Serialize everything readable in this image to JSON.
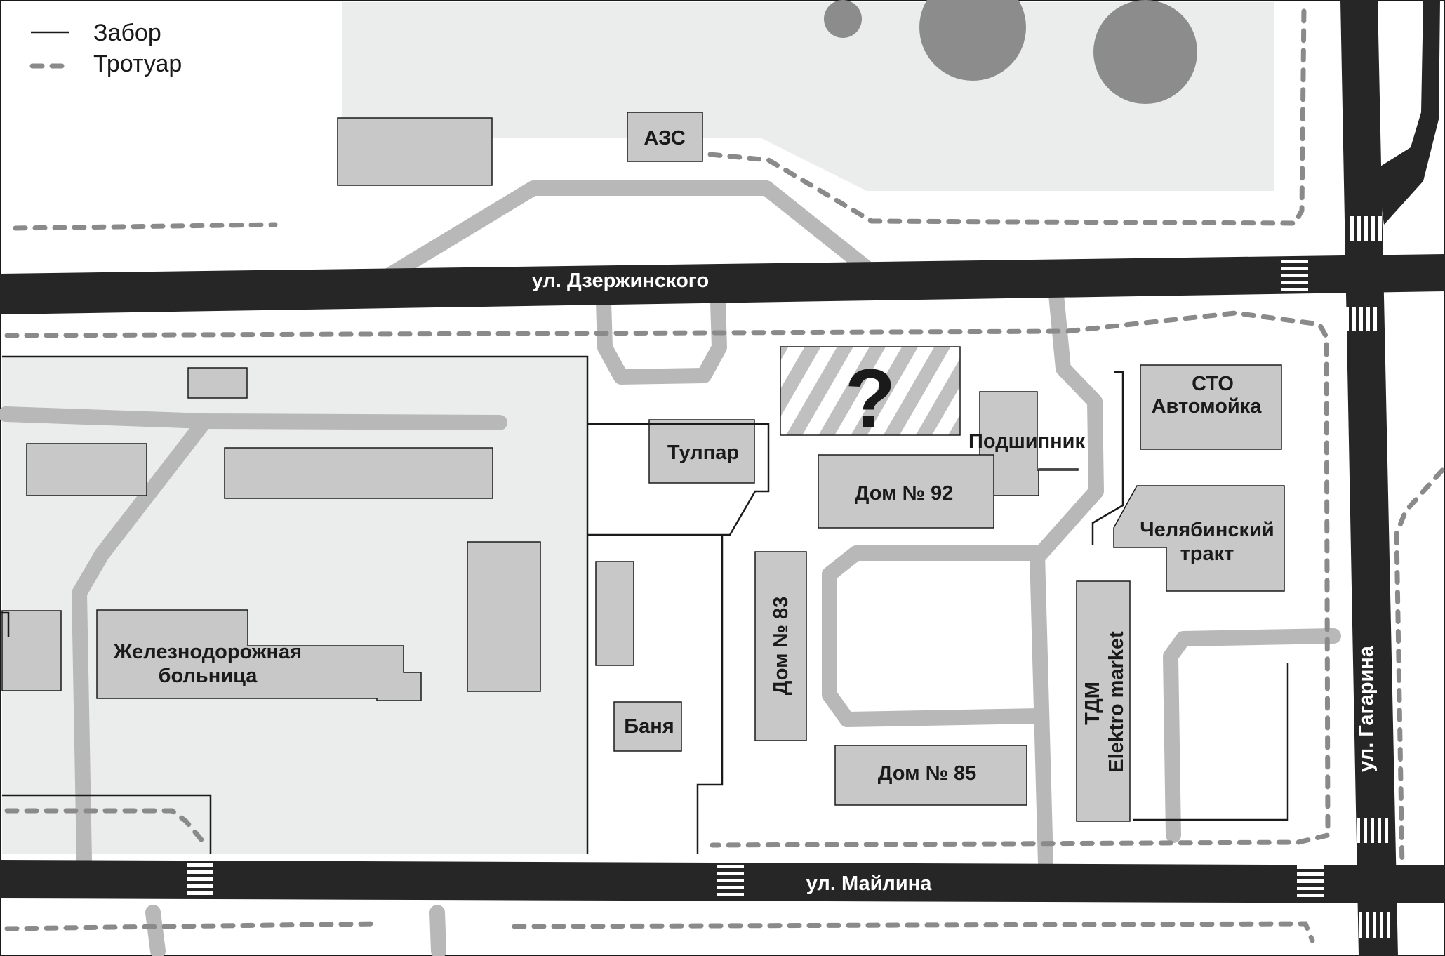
{
  "legend": {
    "fence_label": "Забор",
    "sidewalk_label": "Тротуар"
  },
  "streets": {
    "dzerzhinsky": "ул. Дзержинского",
    "mailina": "ул. Майлина",
    "gagarina": "ул. Гагарина"
  },
  "buildings": {
    "azs": "АЗС",
    "tulpar": "Тулпар",
    "target_mark": "?",
    "podshipnik": "Подшипник",
    "dom92": "Дом № 92",
    "dom83": "Дом № 83",
    "dom85": "Дом № 85",
    "banya": "Баня",
    "sto_line1": "СТО",
    "sto_line2": "Автомойка",
    "chel_line1": "Челябинский",
    "chel_line2": "тракт",
    "tdm_line1": "ТДМ",
    "tdm_line2": "Elektro market",
    "hospital_line1": "Железнодорожная",
    "hospital_line2": "больница"
  },
  "colors": {
    "road": "#262626",
    "path": "#b8b8b8",
    "building": "#c8c8c8",
    "area": "#ebedec",
    "tree": "#8c8c8c",
    "sidewalk": "#8a8a8a"
  }
}
